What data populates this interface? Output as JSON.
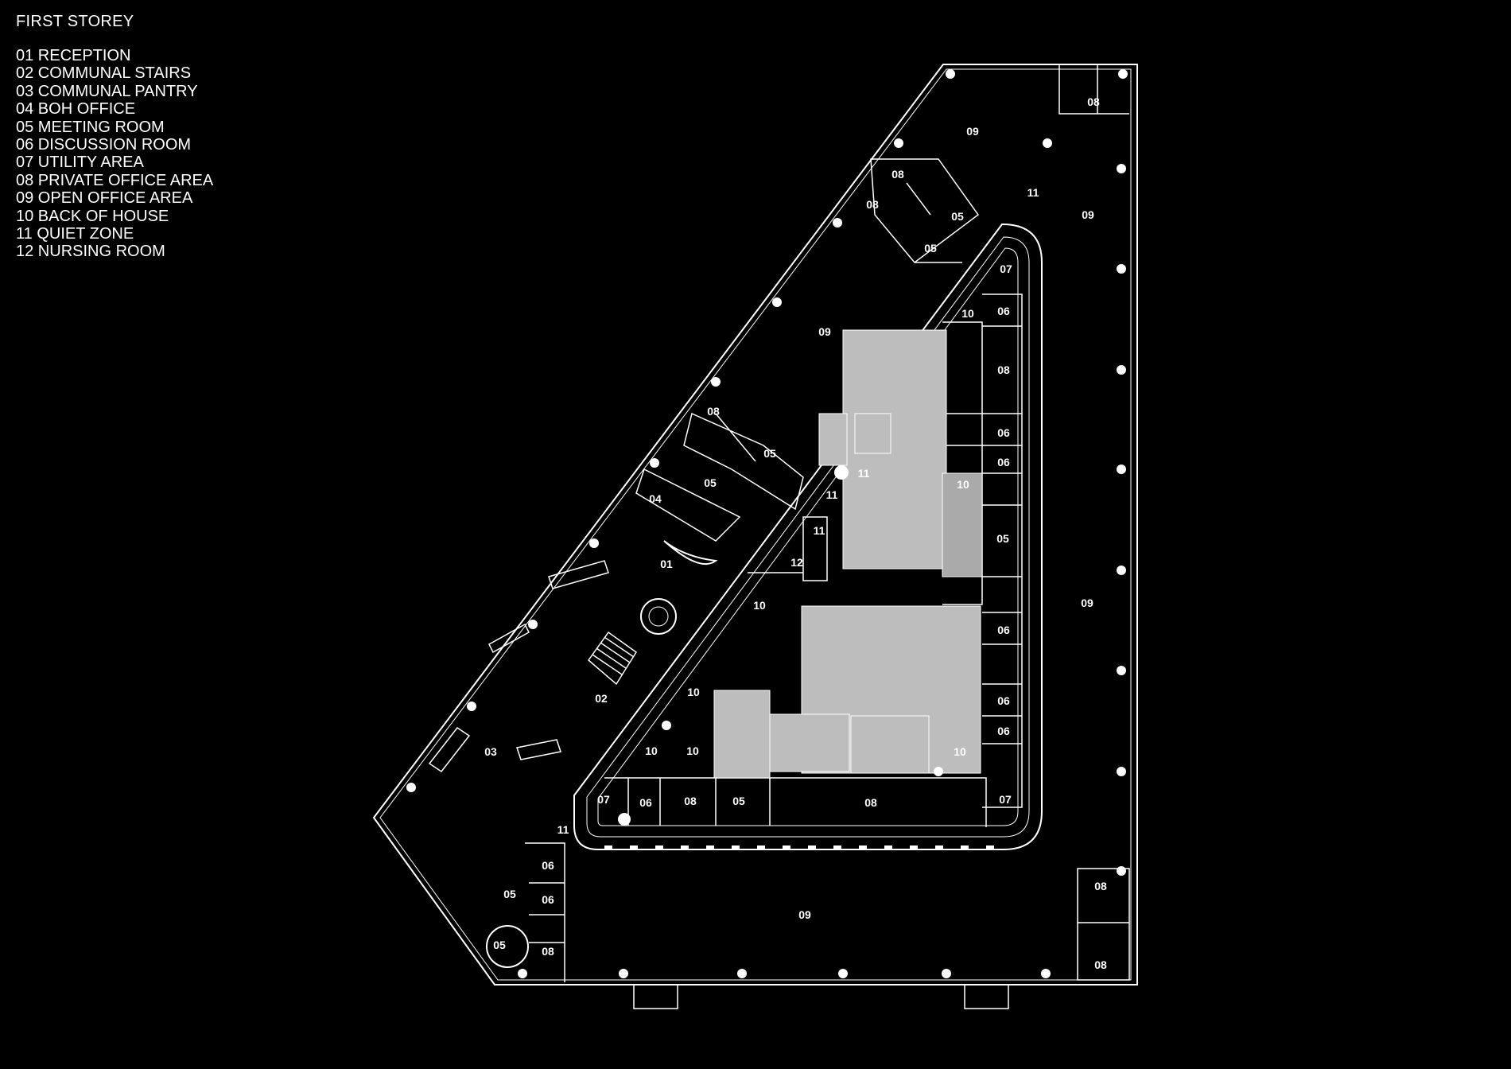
{
  "legend": {
    "title": "FIRST STOREY",
    "items": [
      "01 RECEPTION",
      "02 COMMUNAL STAIRS",
      "03 COMMUNAL PANTRY",
      "04 BOH OFFICE",
      "05 MEETING ROOM",
      "06 DISCUSSION ROOM",
      "07 UTILITY AREA",
      "08 PRIVATE OFFICE AREA",
      "09 OPEN OFFICE AREA",
      "10 BACK OF HOUSE",
      "11 QUIET ZONE",
      "12 NURSING ROOM"
    ]
  },
  "plan": {
    "labels": [
      "08",
      "09",
      "08",
      "08",
      "05",
      "05",
      "11",
      "09",
      "07",
      "10",
      "06",
      "09",
      "08",
      "06",
      "06",
      "08",
      "05",
      "11",
      "10",
      "04",
      "11",
      "05",
      "11",
      "01",
      "12",
      "10",
      "05",
      "06",
      "09",
      "02",
      "10",
      "06",
      "06",
      "03",
      "10",
      "10",
      "10",
      "07",
      "06",
      "08",
      "05",
      "08",
      "07",
      "11",
      "06",
      "06",
      "05",
      "09",
      "08",
      "08",
      "05"
    ]
  },
  "colors": {
    "background": "#000000",
    "line": "#ffffff",
    "core": "#bdbdbd"
  }
}
